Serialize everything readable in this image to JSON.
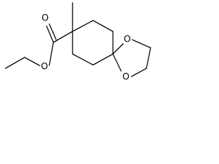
{
  "molecule": {
    "atoms": {
      "carbonyl_oxygen": "O",
      "ester_oxygen": "O",
      "ring_oxygen_top": "O",
      "ring_oxygen_bottom": "O"
    }
  },
  "colors": {
    "bond": "#000000",
    "label": "#000000",
    "background": "#ffffff"
  }
}
